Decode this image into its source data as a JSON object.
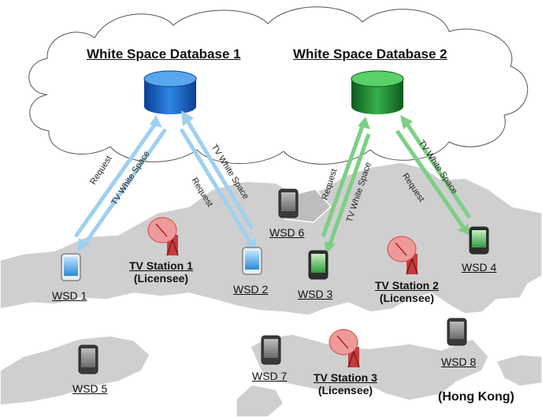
{
  "databases": [
    {
      "title": "White Space Database 1",
      "color": "#1f6fd0"
    },
    {
      "title": "White Space Database 2",
      "color": "#2a9a3a"
    }
  ],
  "arrow_labels": {
    "request": "Request",
    "tv_white_space": "TV White Space"
  },
  "devices": [
    {
      "label": "WSD 1",
      "color": "blue"
    },
    {
      "label": "WSD 2",
      "color": "blue"
    },
    {
      "label": "WSD 3",
      "color": "green"
    },
    {
      "label": "WSD 4",
      "color": "green"
    },
    {
      "label": "WSD 5",
      "color": "gray"
    },
    {
      "label": "WSD 6",
      "color": "gray"
    },
    {
      "label": "WSD 7",
      "color": "gray"
    },
    {
      "label": "WSD 8",
      "color": "gray"
    }
  ],
  "stations": [
    {
      "title": "TV Station 1",
      "role": "(Licensee)"
    },
    {
      "title": "TV Station 2",
      "role": "(Licensee)"
    },
    {
      "title": "TV Station 3",
      "role": "(Licensee)"
    }
  ],
  "region": "(Hong Kong)",
  "colors": {
    "blue_arrow": "#9fd0ef",
    "green_arrow": "#7ccf86",
    "land": "#cfcfcf",
    "cloud_fill": "#ffffff",
    "dish": "#e88e8e"
  }
}
